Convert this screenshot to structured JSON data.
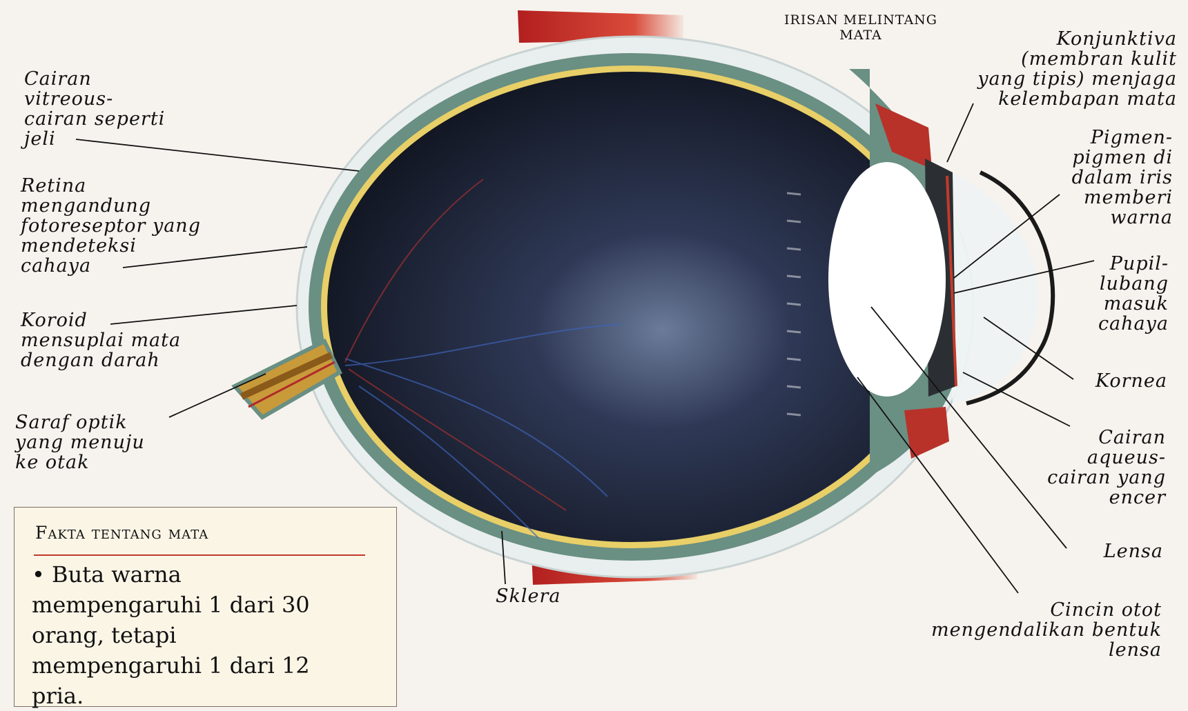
{
  "title": "IRISAN MELINTANG\nMATA",
  "labels": {
    "vitreous": "Cairan\nvitreous-\ncairan seperti\njeli",
    "retina": "Retina\nmengandung\nfotoreseptor yang\nmendeteksi\ncahaya",
    "koroid": "Koroid\nmensuplai mata\ndengan darah",
    "saraf": "Saraf optik\nyang menuju\nke otak",
    "sklera": "Sklera",
    "konjunktiva": "Konjunktiva\n(membran kulit\nyang tipis) menjaga\nkelembapan mata",
    "pigmen": "Pigmen-\npigmen di\ndalam iris\nmemberi\nwarna",
    "pupil": "Pupil-\nlubang\nmasuk\ncahaya",
    "kornea": "Kornea",
    "aqueus": "Cairan\naqueus-\ncairan yang\nencer",
    "lensa": "Lensa",
    "cincin": "Cincin otot\nmengendalikan bentuk\nlensa"
  },
  "facts": {
    "title": "Fakta tentang mata",
    "text": "• Buta warna\nmempengaruhi 1 dari 30\norang, tetapi\nmempengaruhi 1 dari 12\npria."
  }
}
